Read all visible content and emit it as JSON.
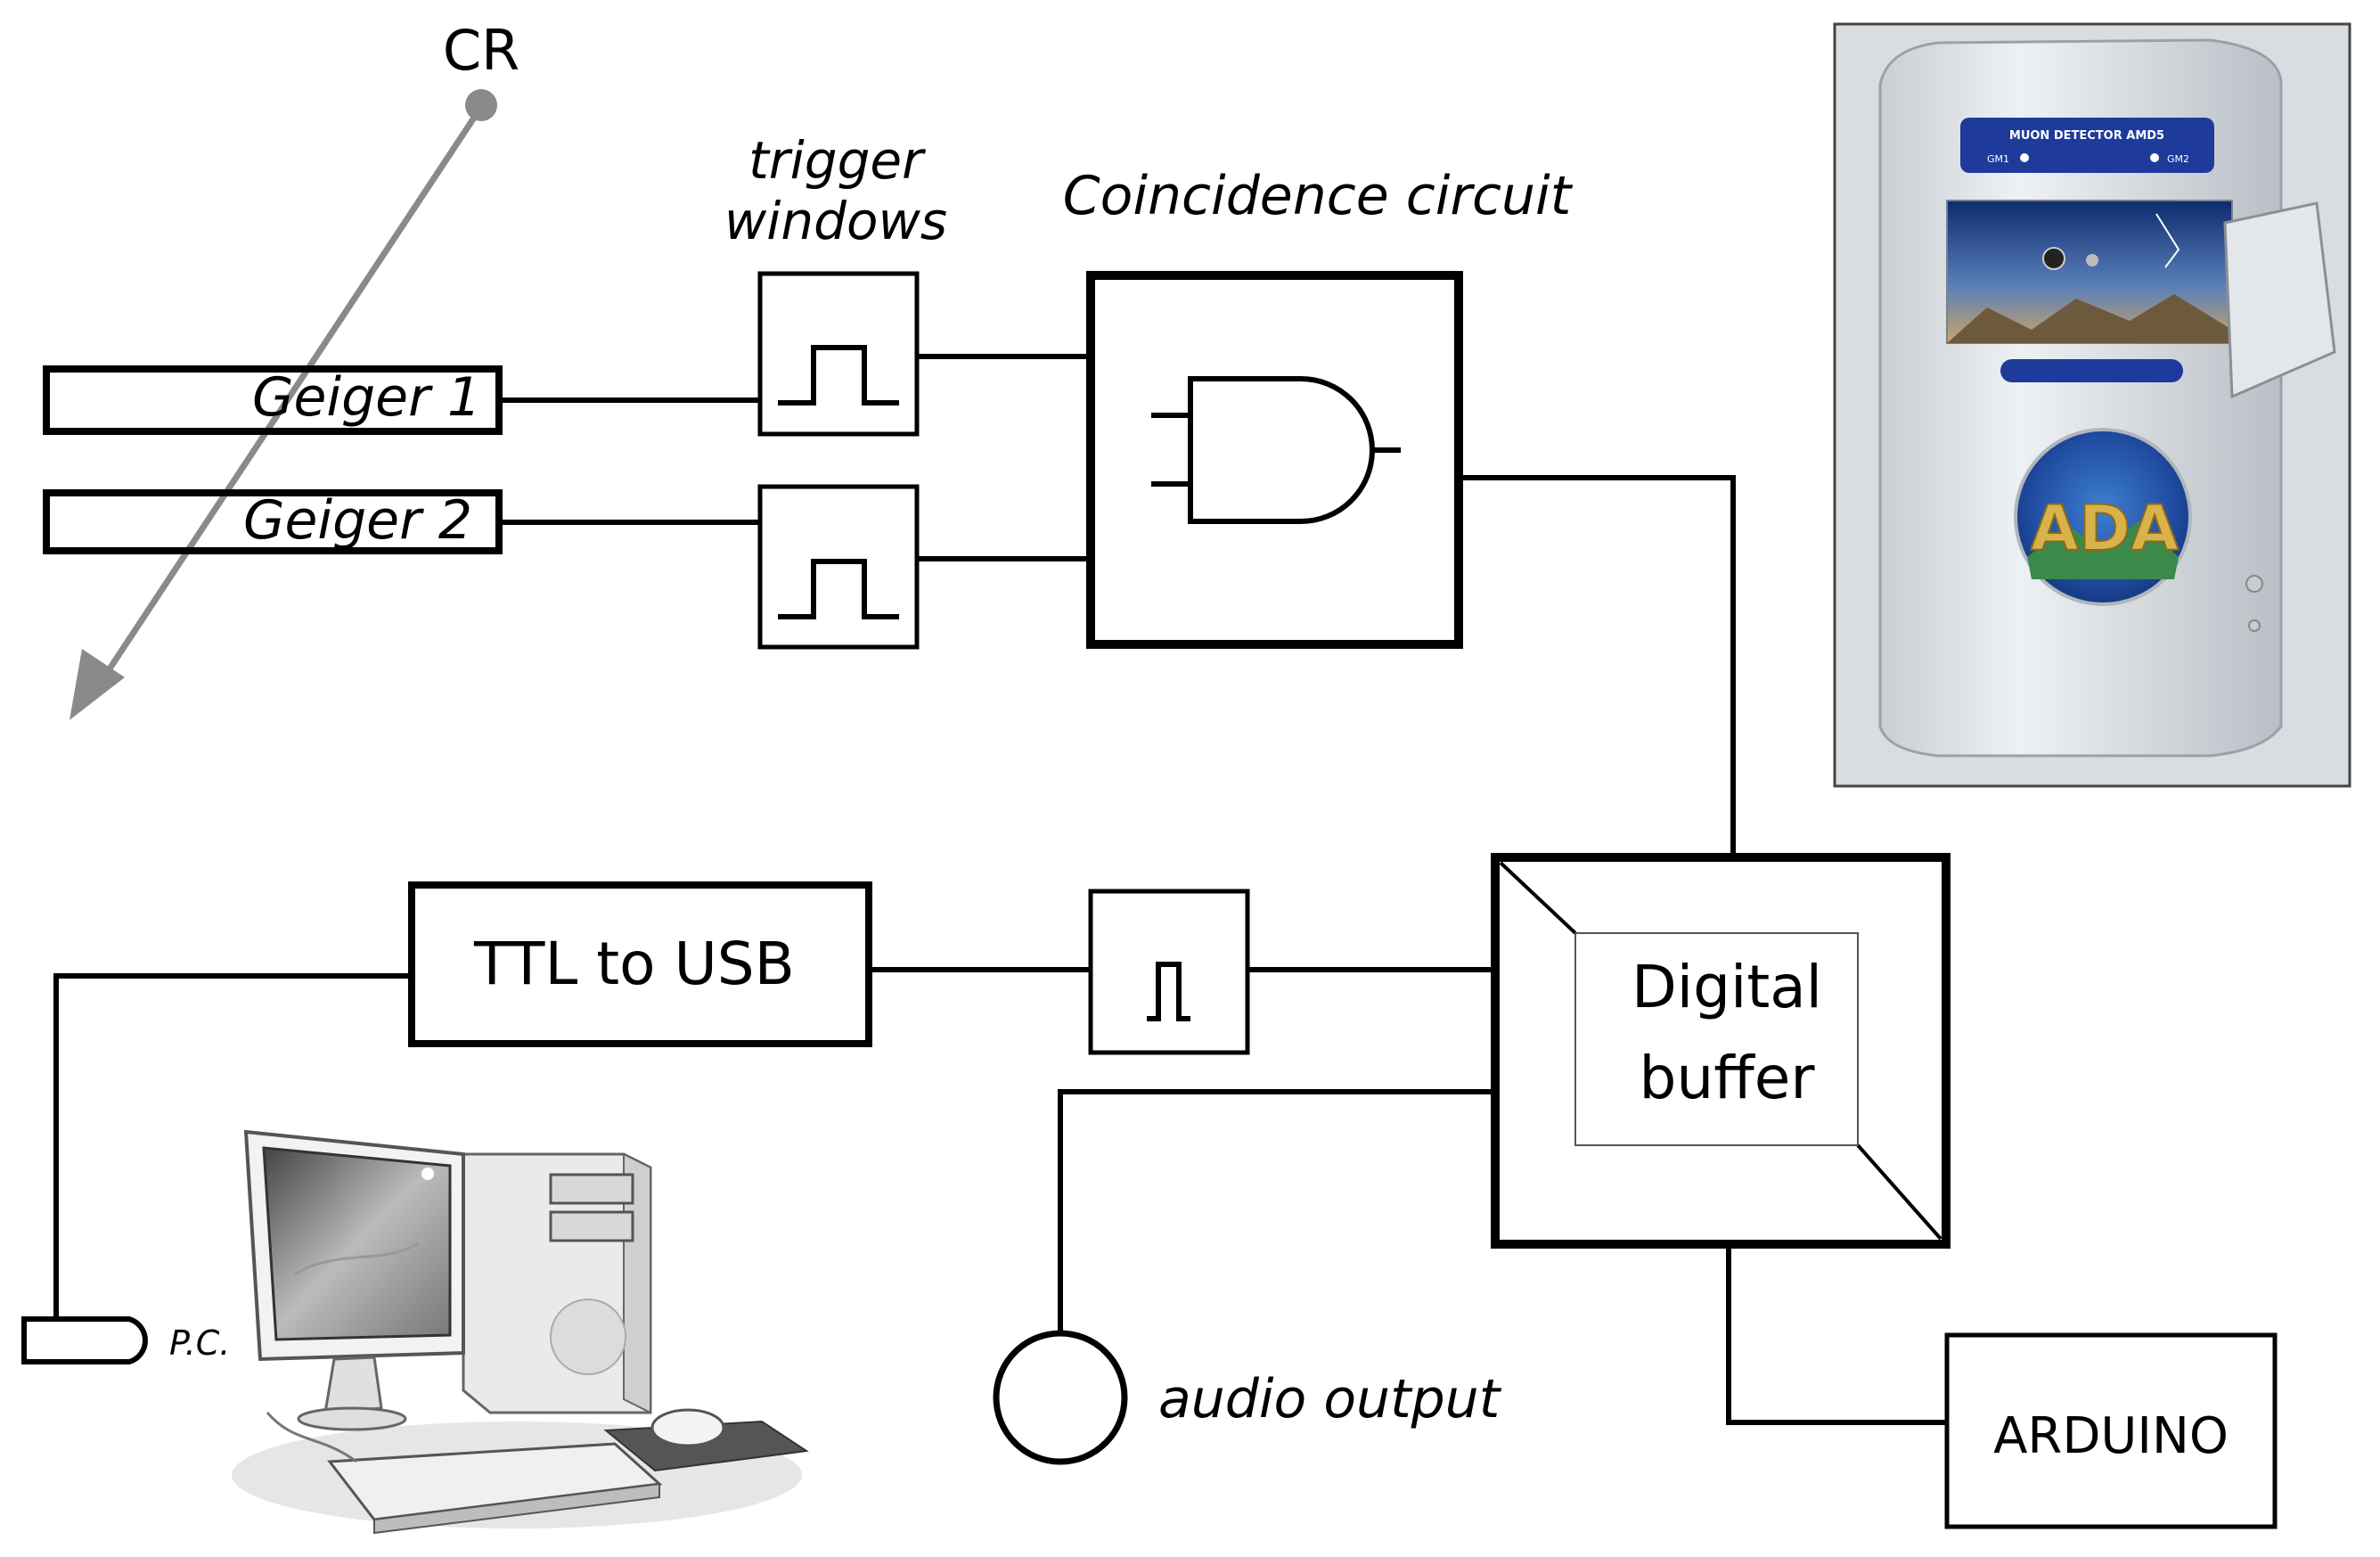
{
  "labels": {
    "cr": "CR",
    "trigger_line1": "trigger",
    "trigger_line2": "windows",
    "coincidence": "Coincidence circuit",
    "geiger1": "Geiger 1",
    "geiger2": "Geiger 2",
    "ttl_usb": "TTL to USB",
    "buffer_line1": "Digital",
    "buffer_line2": "buffer",
    "arduino": "ARDUINO",
    "audio": "audio output",
    "pc": "P.C."
  },
  "photo": {
    "panel_title": "MUON DETECTOR AMD5",
    "left_label": "GM1",
    "right_label": "GM2",
    "logo_text": "ADA"
  },
  "colors": {
    "line": "#000000",
    "arrow": "#8a8a8a",
    "tower": "#dfe3e8",
    "panel_blue": "#1e3a9a",
    "logo_gold": "#d8b24a"
  }
}
